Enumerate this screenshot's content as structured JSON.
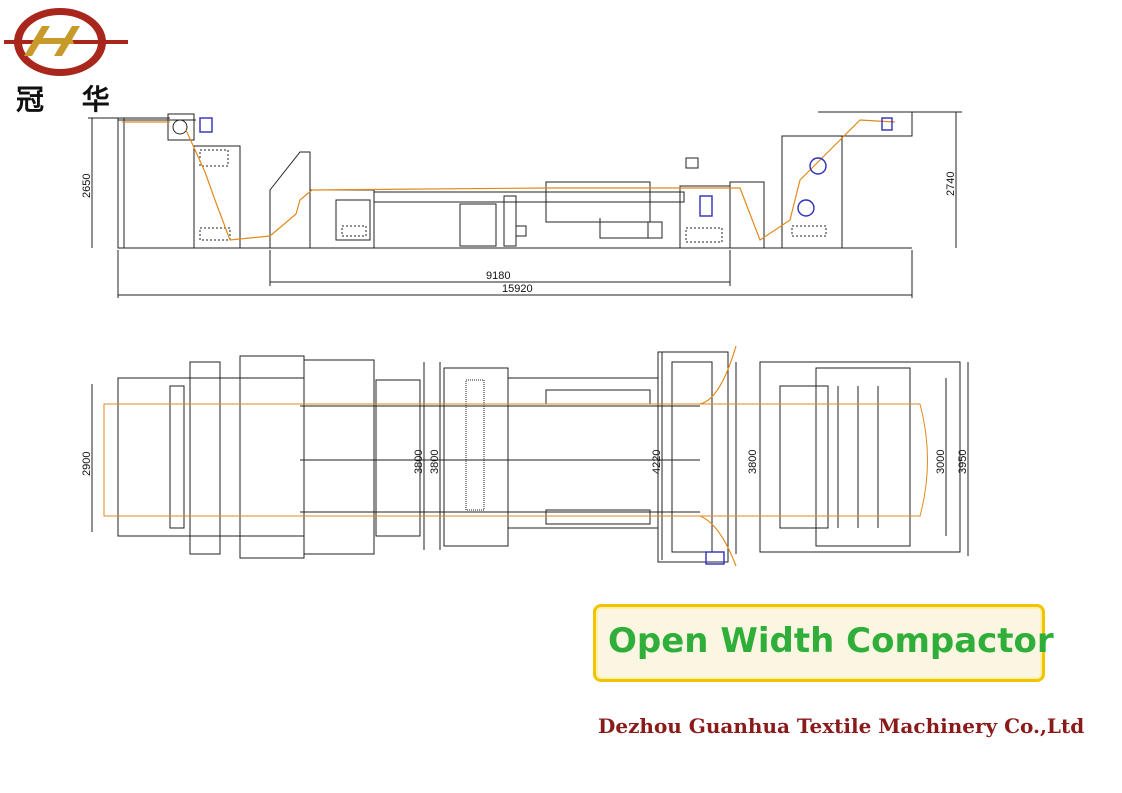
{
  "brand": {
    "logo_caption": "冠 华",
    "company_name": "Dezhou Guanhua Textile Machinery Co.,Ltd"
  },
  "product": {
    "title": "Open Width Compactor"
  },
  "side_view": {
    "left_height": "2650",
    "right_height": "2740",
    "inner_length": "9180",
    "total_length": "15920"
  },
  "top_view": {
    "left_width": "2900",
    "width_a": "3800",
    "width_b": "3800",
    "width_c": "4220",
    "width_d": "3800",
    "width_e": "3000",
    "width_total": "3950"
  },
  "colors": {
    "logo_red": "#a8261c",
    "logo_gold": "#c79a2a",
    "fabric_path": "#e08a1e",
    "motor_blue": "#2d2fb8",
    "title_green": "#2fae3a",
    "title_border": "#f2c300",
    "company_red": "#8b1a1a"
  }
}
